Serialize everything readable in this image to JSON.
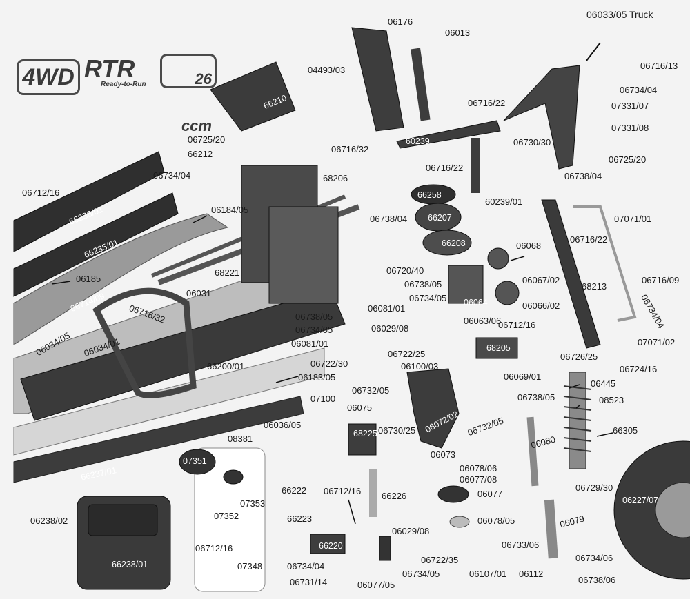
{
  "title": "06033/05 Truck",
  "badges": {
    "wd": "4WD",
    "rtr": "RTR",
    "rtr_sub": "Ready-to-Run",
    "ccm": "26 ccm"
  },
  "labels": {
    "l06176": "06176",
    "l06013": "06013",
    "l04493_03": "04493/03",
    "l66210": "66210",
    "l06716_13": "06716/13",
    "l06734_04a": "06734/04",
    "l07331_07": "07331/07",
    "l07331_08": "07331/08",
    "l06716_22a": "06716/22",
    "l06725_20a": "06725/20",
    "l66212": "66212",
    "l60239": "60239",
    "l06730_30a": "06730/30",
    "l06716_32a": "06716/32",
    "l06716_22b": "06716/22",
    "l06725_20b": "06725/20",
    "l06738_04a": "06738/04",
    "l06734_04b": "06734/04",
    "l06712_16a": "06712/16",
    "l66236_01": "66236/01",
    "l68206": "68206",
    "l66258": "66258",
    "l60239_01": "60239/01",
    "l06184_05": "06184/05",
    "l66235_01": "66235/01",
    "l06738_04b": "06738/04",
    "l66207": "66207",
    "l07071_01": "07071/01",
    "l66208": "66208",
    "l06068": "06068",
    "l06716_22c": "06716/22",
    "l06720_40": "06720/40",
    "l06185": "06185",
    "l68221": "68221",
    "l06067_02": "06067/02",
    "l68213": "68213",
    "l06738_05a": "06738/05",
    "l06716_09": "06716/09",
    "l06714_09": "06714/09",
    "l06031": "06031",
    "l06734_05a": "06734/05",
    "l06064": "06064",
    "l06066_02": "06066/02",
    "l06716_32b": "06716/32",
    "l06081_01a": "06081/01",
    "l06063_06": "06063/06",
    "l06734_04c": "06734/04",
    "l06738_05b": "06738/05",
    "l06034_05": "06034/05",
    "l06034_01": "06034/01",
    "l06734_05b": "06734/05",
    "l06029_08a": "06029/08",
    "l06712_16b": "06712/16",
    "l06081_01b": "06081/01",
    "l68205": "68205",
    "l07071_02": "07071/02",
    "l06722_25": "06722/25",
    "l06726_25": "06726/25",
    "l06100_03": "06100/03",
    "l06722_30": "06722/30",
    "l06724_16": "06724/16",
    "l66200_01": "66200/01",
    "l06183_05": "06183/05",
    "l06069_01": "06069/01",
    "l06445": "06445",
    "l06738_05c": "06738/05",
    "l06732_05a": "06732/05",
    "l07100": "07100",
    "l08523": "08523",
    "l06075": "06075",
    "l06072_02": "06072/02",
    "l06036_05": "06036/05",
    "l66305": "66305",
    "l68225": "68225",
    "l06730_25": "06730/25",
    "l06732_05b": "06732/05",
    "l08381": "08381",
    "l06080": "06080",
    "l06073": "06073",
    "l07351": "07351",
    "l66237_01": "66237/01",
    "l06078_06": "06078/06",
    "l06077_08": "06077/08",
    "l06729_30": "06729/30",
    "l07353": "07353",
    "l66222": "66222",
    "l06712_16c": "06712/16",
    "l66226": "66226",
    "l06077": "06077",
    "l06227_07": "06227/07",
    "l07352": "07352",
    "l66223": "66223",
    "l06238_02": "06238/02",
    "l06078_05": "06078/05",
    "l06079": "06079",
    "l06029_08b": "06029/08",
    "l66220": "66220",
    "l06733_06": "06733/06",
    "l06712_16d": "06712/16",
    "l06734_06": "06734/06",
    "l06722_35": "06722/35",
    "l66238_01": "66238/01",
    "l07348": "07348",
    "l06734_04d": "06734/04",
    "l06734_05c": "06734/05",
    "l06107_01": "06107/01",
    "l06112": "06112",
    "l06738_06": "06738/06",
    "l06731_14": "06731/14",
    "l06077_05": "06077/05"
  }
}
